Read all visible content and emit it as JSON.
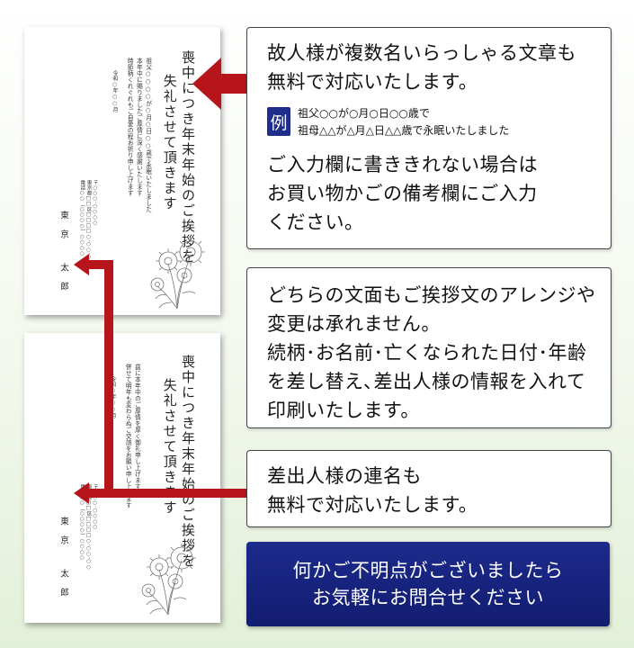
{
  "card1": {
    "title_lines": [
      "喪中につき年末年始のご挨拶を",
      "失礼させて頂きます"
    ],
    "body_lines": [
      "祖父○○○○が○月○日○○歳で永眠いたしました",
      "本年中に賜りましたご厚情に深く感謝いたします",
      "時節柄くれぐれもご自愛の程お祈り申し上げます"
    ],
    "date": "令和○年○○月",
    "address_lines": [
      "〒○○○-○○○○",
      "東京都□□区□□□□○-○○-○○",
      "電話○○（○○○○）○○○○"
    ],
    "name_lines": [
      "東　京",
      "太　郎"
    ]
  },
  "card2": {
    "title_lines": [
      "喪中につき年末年始のご挨拶を",
      "失礼させて頂きます"
    ],
    "body_lines": [
      "茲に本年中のご厚情を厚く御礼申し上げます",
      "併せて明年も変わらぬご交誼をお願い申し上げます"
    ],
    "date": "令和○年○○月",
    "address_lines": [
      "〒○○○-○○○○",
      "東京都□□区□□□□○-○○-○○",
      "電話○○（○○○○）○○○○"
    ],
    "name_lines": [
      "東　京",
      "太　郎"
    ]
  },
  "box1": {
    "lines_1": [
      "故人様が複数名いらっしゃる文章も",
      "無料で対応いたします。"
    ],
    "example_badge": "例",
    "example_lines": [
      "祖父○○が○月○日○○歳で",
      "祖母△△が△月△日△△歳で永眠いたしました"
    ],
    "lines_2": [
      "ご入力欄に書ききれない場合は",
      "お買い物かごの備考欄にご入力",
      "ください。"
    ]
  },
  "box2": {
    "lines": [
      "どちらの文面もご挨拶文のアレンジや",
      "変更は承れません。",
      "続柄･お名前･亡くなられた日付･年齢",
      "を差し替え､差出人様の情報を入れて",
      "印刷いたします。"
    ]
  },
  "box3": {
    "lines": [
      "差出人様の連名も",
      "無料で対応いたします。"
    ]
  },
  "cta": {
    "lines": [
      "何かご不明点がございましたら",
      "お気軽にお問合せください"
    ]
  },
  "colors": {
    "arrow": "#b5151b",
    "cta_bg": "#1c2a8c",
    "example_badge": "#1f2e8a"
  },
  "icons": {
    "flower": "chrysanthemum-icon"
  }
}
